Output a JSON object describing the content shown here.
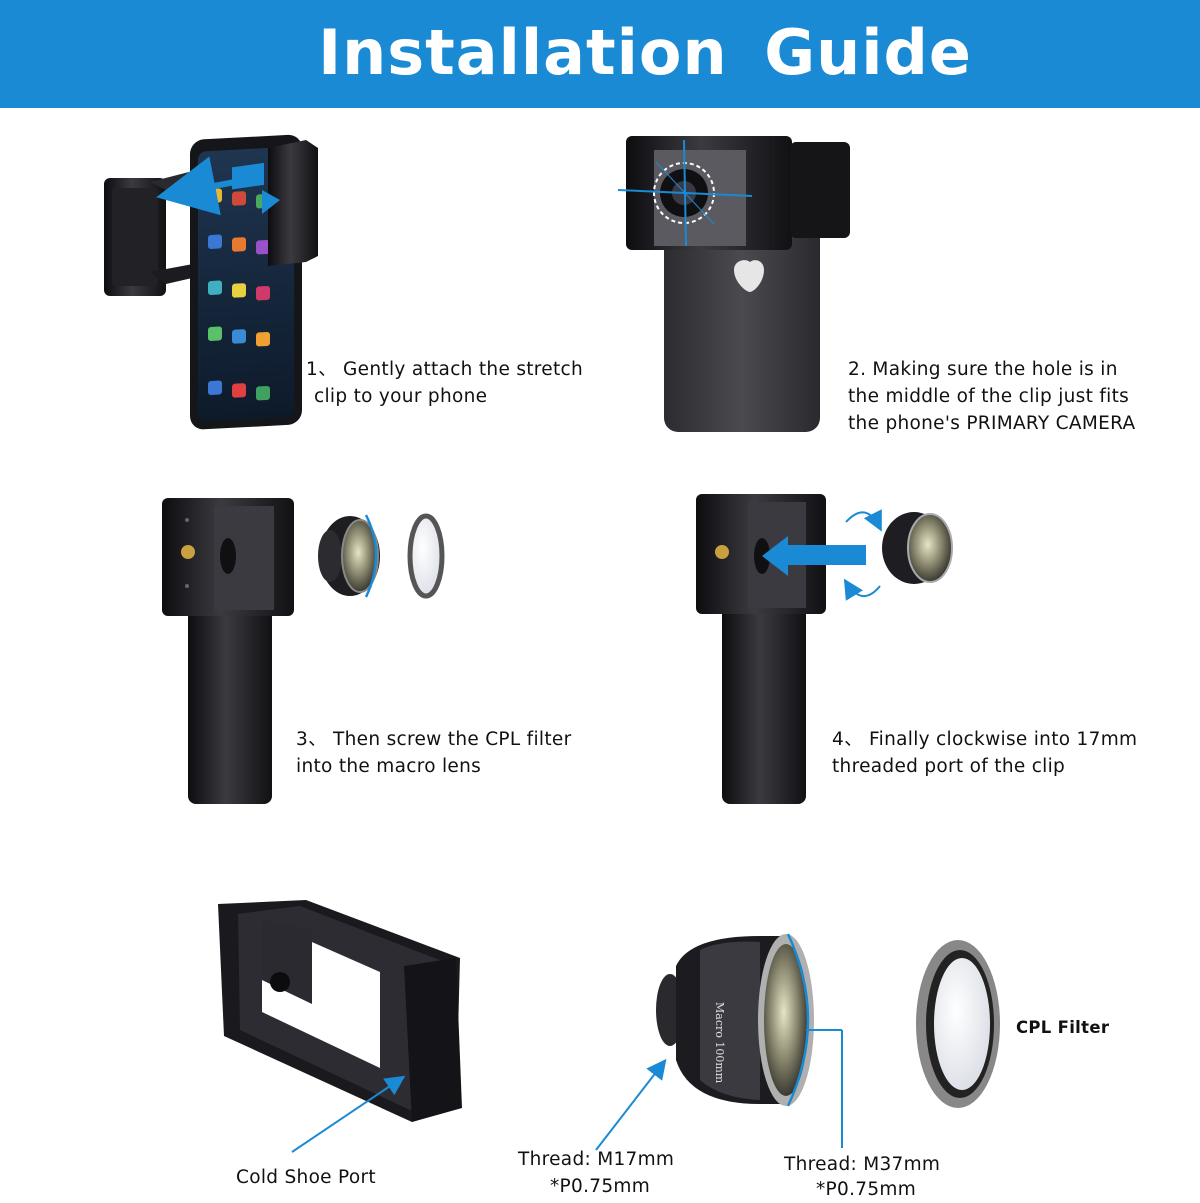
{
  "header": {
    "title": "Installation  Guide"
  },
  "steps": [
    {
      "line1": "1、 Gently attach the stretch",
      "line2": "clip to your phone"
    },
    {
      "line1": "2. Making sure the hole is in",
      "line2": "the middle of the clip just fits",
      "line3": "the phone's PRIMARY CAMERA"
    },
    {
      "line1": "3、 Then screw the CPL filter",
      "line2": "into the macro lens"
    },
    {
      "line1": "4、 Finally clockwise into 17mm",
      "line2": "threaded port of the clip"
    }
  ],
  "labels": {
    "cold_shoe": "Cold Shoe Port",
    "thread_small_1": "Thread: M17mm",
    "thread_small_2": "*P0.75mm",
    "thread_large_1": "Thread: M37mm",
    "thread_large_2": "*P0.75mm",
    "cpl": "CPL Filter",
    "lens_engraving": "Macro 100mm"
  },
  "colors": {
    "banner": "#1a8ad4",
    "accent": "#1a8ad4",
    "device": "#1e1e22"
  },
  "icons": [
    "phone-clip-illustration",
    "phone-back-illustration",
    "macro-lens-icon",
    "cpl-filter-icon",
    "rotate-arrow-icon"
  ]
}
